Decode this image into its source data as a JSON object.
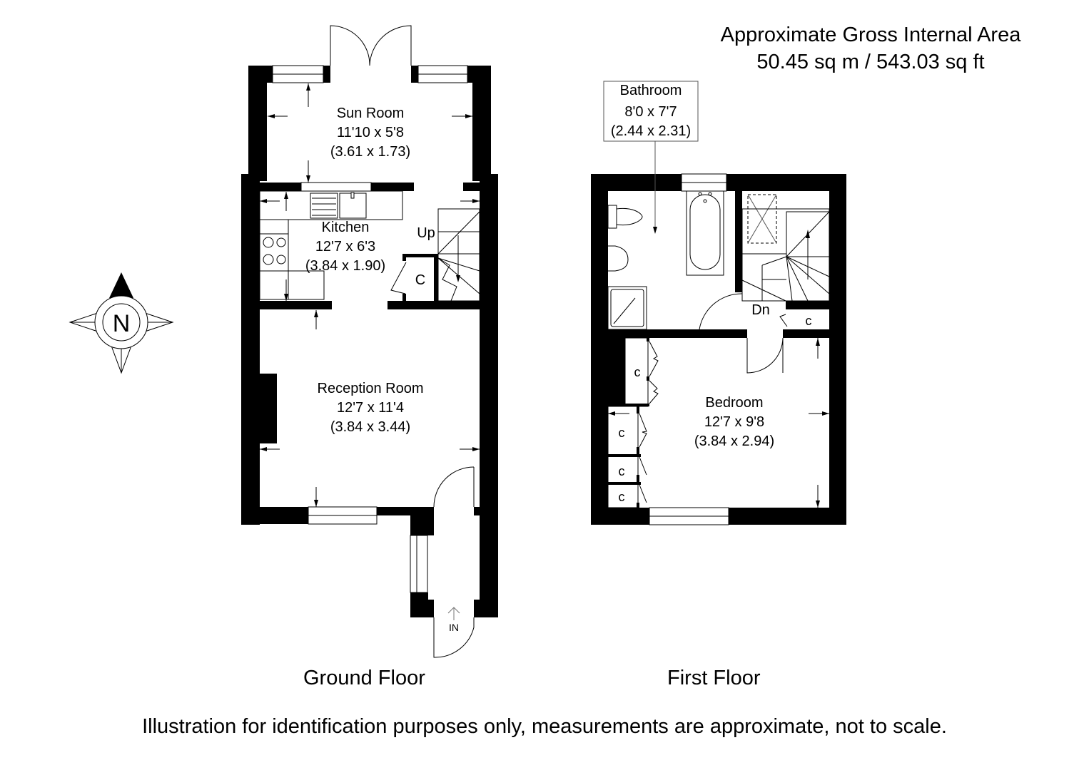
{
  "header": {
    "title": "Approximate Gross Internal Area",
    "area": "50.45 sq m / 543.03 sq ft"
  },
  "compass": {
    "label": "N"
  },
  "ground_floor": {
    "label": "Ground Floor",
    "rooms": [
      {
        "name": "Sun Room",
        "imperial": "11'10 x 5'8",
        "metric": "(3.61 x 1.73)"
      },
      {
        "name": "Kitchen",
        "imperial": "12'7 x 6'3",
        "metric": "(3.84 x 1.90)"
      },
      {
        "name": "Reception Room",
        "imperial": "12'7 x 11'4",
        "metric": "(3.84 x 3.44)"
      }
    ],
    "stairs_label": "Up",
    "cupboard_label": "C",
    "entrance_label": "IN"
  },
  "first_floor": {
    "label": "First Floor",
    "rooms": [
      {
        "name": "Bathroom",
        "imperial": "8'0 x 7'7",
        "metric": "(2.44 x 2.31)"
      },
      {
        "name": "Bedroom",
        "imperial": "12'7 x 9'8",
        "metric": "(3.84 x 2.94)"
      }
    ],
    "stairs_label": "Dn",
    "cupboard_labels": [
      "c",
      "c",
      "c",
      "c",
      "c"
    ]
  },
  "footer": {
    "disclaimer": "Illustration for identification purposes only, measurements are approximate, not to scale."
  }
}
